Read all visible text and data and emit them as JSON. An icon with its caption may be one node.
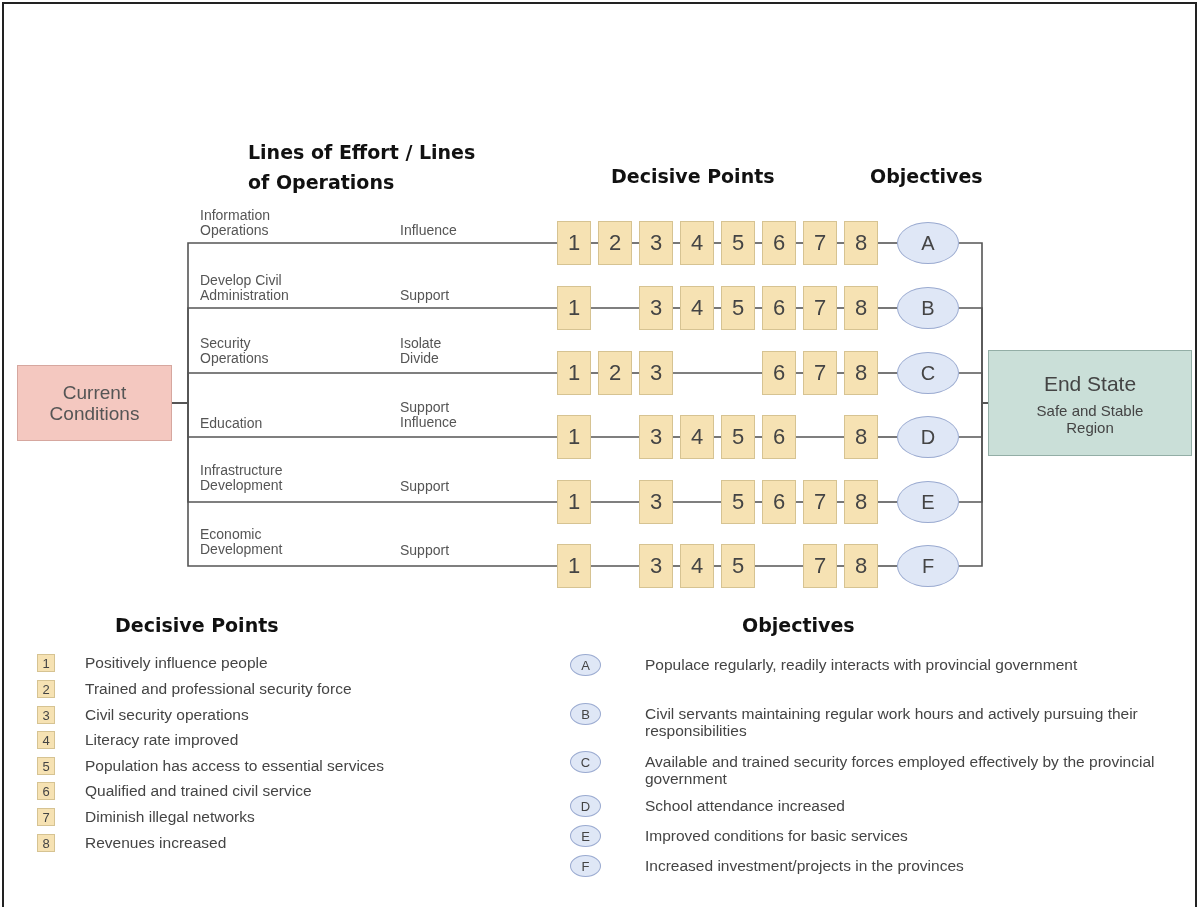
{
  "diagram": {
    "nodes": [
      {
        "text": [
          "Current Conditions"
        ]
      },
      {
        "text": [
          "1"
        ]
      },
      {
        "text": [
          "2"
        ]
      },
      {
        "text": [
          "3"
        ]
      },
      {
        "text": [
          "4"
        ]
      },
      {
        "text": [
          "5"
        ]
      },
      {
        "text": [
          "6"
        ]
      },
      {
        "text": [
          "7"
        ]
      },
      {
        "text": [
          "8"
        ]
      },
      {
        "text": [
          "A"
        ]
      },
      {
        "text": [
          "1"
        ]
      },
      {
        "text": [
          "3"
        ]
      },
      {
        "text": [
          "4"
        ]
      },
      {
        "text": [
          "5"
        ]
      },
      {
        "text": [
          "6"
        ]
      },
      {
        "text": [
          "7"
        ]
      },
      {
        "text": [
          "8"
        ]
      },
      {
        "text": [
          "B"
        ]
      },
      {
        "text": [
          "1"
        ]
      },
      {
        "text": [
          "2"
        ]
      },
      {
        "text": [
          "3"
        ]
      },
      {
        "text": [
          "6"
        ]
      },
      {
        "text": [
          "7"
        ]
      },
      {
        "text": [
          "8"
        ]
      },
      {
        "text": [
          "C"
        ]
      },
      {
        "text": [
          "1"
        ]
      },
      {
        "text": [
          "3"
        ]
      },
      {
        "text": [
          "4"
        ]
      },
      {
        "text": [
          "5"
        ]
      },
      {
        "text": [
          "6"
        ]
      },
      {
        "text": [
          "8"
        ]
      },
      {
        "text": [
          "D"
        ]
      },
      {
        "text": [
          "1"
        ]
      },
      {
        "text": [
          "3"
        ]
      },
      {
        "text": [
          "5"
        ]
      },
      {
        "text": [
          "6"
        ]
      },
      {
        "text": [
          "7"
        ]
      },
      {
        "text": [
          "8"
        ]
      },
      {
        "text": [
          "E"
        ]
      },
      {
        "text": [
          "1"
        ]
      },
      {
        "text": [
          "3"
        ]
      },
      {
        "text": [
          "4"
        ]
      },
      {
        "text": [
          "5"
        ]
      },
      {
        "text": [
          "7"
        ]
      },
      {
        "text": [
          "8"
        ]
      },
      {
        "text": [
          "F"
        ]
      },
      {
        "text": [
          "End State",
          "Safe and Stable Region"
        ]
      },
      {
        "text": [
          "1"
        ],
        "beside": [
          "Positively influence people"
        ]
      },
      {
        "text": [
          "2"
        ],
        "beside": [
          "Trained and professional security force"
        ]
      },
      {
        "text": [
          "3"
        ],
        "beside": [
          "Civil security operations"
        ]
      },
      {
        "text": [
          "4"
        ],
        "beside": [
          "Literacy rate improved"
        ]
      },
      {
        "text": [
          "5"
        ],
        "beside": [
          "Population has access to essential services"
        ]
      },
      {
        "text": [
          "6"
        ],
        "beside": [
          "Qualified and trained civil service"
        ]
      },
      {
        "text": [
          "7"
        ],
        "beside": [
          "Diminish illegal networks"
        ]
      },
      {
        "text": [
          "8"
        ],
        "beside": [
          "Revenues increased"
        ]
      },
      {
        "text": [
          "A"
        ],
        "beside": [
          "Populace regularly, readily interacts with provincial government"
        ]
      },
      {
        "text": [
          "B"
        ],
        "beside": [
          "Civil servants maintaining regular work hours and actively pursuing their responsibilities"
        ]
      },
      {
        "text": [
          "C"
        ],
        "beside": [
          "Available and trained security forces employed effectively by the provincial government"
        ]
      },
      {
        "text": [
          "D"
        ],
        "beside": [
          "School attendance increased"
        ]
      },
      {
        "text": [
          "E"
        ],
        "beside": [
          "Improved conditions for basic services"
        ]
      },
      {
        "text": [
          "F"
        ],
        "beside": [
          "Increased investment/projects in the provinces"
        ]
      }
    ],
    "edges": [
      {
        "from": 0,
        "to": 1,
        "arrow": "none"
      },
      {
        "from": 1,
        "to": 2,
        "arrow": "none"
      },
      {
        "from": 2,
        "to": 3,
        "arrow": "none"
      },
      {
        "from": 3,
        "to": 4,
        "arrow": "none"
      },
      {
        "from": 4,
        "to": 5,
        "arrow": "none"
      },
      {
        "from": 5,
        "to": 6,
        "arrow": "none"
      },
      {
        "from": 6,
        "to": 7,
        "arrow": "none"
      },
      {
        "from": 7,
        "to": 8,
        "arrow": "none"
      },
      {
        "from": 8,
        "to": 9,
        "arrow": "none"
      },
      {
        "from": 9,
        "to": 46,
        "arrow": "none"
      },
      {
        "from": 0,
        "to": 10,
        "arrow": "none"
      },
      {
        "from": 10,
        "to": 11,
        "arrow": "none"
      },
      {
        "from": 11,
        "to": 12,
        "arrow": "none"
      },
      {
        "from": 12,
        "to": 13,
        "arrow": "none"
      },
      {
        "from": 13,
        "to": 14,
        "arrow": "none"
      },
      {
        "from": 14,
        "to": 15,
        "arrow": "none"
      },
      {
        "from": 15,
        "to": 16,
        "arrow": "none"
      },
      {
        "from": 16,
        "to": 17,
        "arrow": "none"
      },
      {
        "from": 17,
        "to": 46,
        "arrow": "none"
      },
      {
        "from": 0,
        "to": 18,
        "arrow": "none"
      },
      {
        "from": 18,
        "to": 19,
        "arrow": "none"
      },
      {
        "from": 19,
        "to": 20,
        "arrow": "none"
      },
      {
        "from": 20,
        "to": 21,
        "arrow": "none"
      },
      {
        "from": 21,
        "to": 22,
        "arrow": "none"
      },
      {
        "from": 22,
        "to": 23,
        "arrow": "none"
      },
      {
        "from": 23,
        "to": 24,
        "arrow": "none"
      },
      {
        "from": 24,
        "to": 46,
        "arrow": "none"
      },
      {
        "from": 0,
        "to": 25,
        "arrow": "none"
      },
      {
        "from": 25,
        "to": 26,
        "arrow": "none"
      },
      {
        "from": 26,
        "to": 27,
        "arrow": "none"
      },
      {
        "from": 27,
        "to": 28,
        "arrow": "none"
      },
      {
        "from": 28,
        "to": 29,
        "arrow": "none"
      },
      {
        "from": 29,
        "to": 30,
        "arrow": "none"
      },
      {
        "from": 30,
        "to": 31,
        "arrow": "none"
      },
      {
        "from": 31,
        "to": 46,
        "arrow": "none"
      },
      {
        "from": 0,
        "to": 32,
        "arrow": "none"
      },
      {
        "from": 32,
        "to": 33,
        "arrow": "none"
      },
      {
        "from": 33,
        "to": 34,
        "arrow": "none"
      },
      {
        "from": 34,
        "to": 35,
        "arrow": "none"
      },
      {
        "from": 35,
        "to": 36,
        "arrow": "none"
      },
      {
        "from": 36,
        "to": 37,
        "arrow": "none"
      },
      {
        "from": 37,
        "to": 38,
        "arrow": "none"
      },
      {
        "from": 38,
        "to": 46,
        "arrow": "none"
      },
      {
        "from": 0,
        "to": 39,
        "arrow": "none"
      },
      {
        "from": 39,
        "to": 40,
        "arrow": "none"
      },
      {
        "from": 40,
        "to": 41,
        "arrow": "none"
      },
      {
        "from": 41,
        "to": 42,
        "arrow": "none"
      },
      {
        "from": 42,
        "to": 43,
        "arrow": "none"
      },
      {
        "from": 43,
        "to": 44,
        "arrow": "none"
      },
      {
        "from": 44,
        "to": 45,
        "arrow": "none"
      },
      {
        "from": 45,
        "to": 46,
        "arrow": "none"
      }
    ],
    "labels": [
      "Lines of Effort / Lines of Operations",
      "Decisive Points",
      "Objectives",
      "Information Operations",
      "Influence",
      "Develop Civil Administration",
      "Support",
      "Security Operations",
      "Isolate Divide",
      "Education",
      "Support Influence",
      "Infrastructure Development",
      "Support",
      "Economic Development",
      "Support",
      "Decisive Points",
      "Objectives"
    ]
  }
}
